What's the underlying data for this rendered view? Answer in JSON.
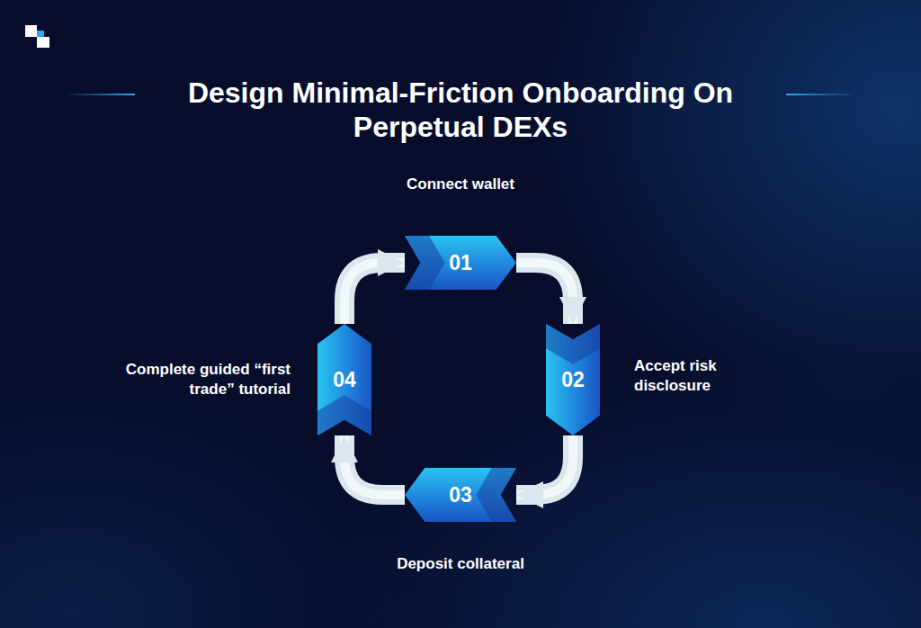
{
  "diagram": {
    "title": "Design Minimal-Friction Onboarding On Perpetual DEXs",
    "nodes": [
      {
        "text": [
          "01",
          "Connect wallet"
        ]
      },
      {
        "text": [
          "02",
          "Accept risk disclosure"
        ]
      },
      {
        "text": [
          "03",
          "Deposit collateral"
        ]
      },
      {
        "text": [
          "04",
          "Complete guided “first trade” tutorial"
        ]
      }
    ],
    "edges": [
      {
        "from": 0,
        "to": 1,
        "arrow": "to"
      },
      {
        "from": 1,
        "to": 2,
        "arrow": "to"
      },
      {
        "from": 2,
        "to": 3,
        "arrow": "to"
      },
      {
        "from": 3,
        "to": 0,
        "arrow": "to"
      }
    ]
  }
}
